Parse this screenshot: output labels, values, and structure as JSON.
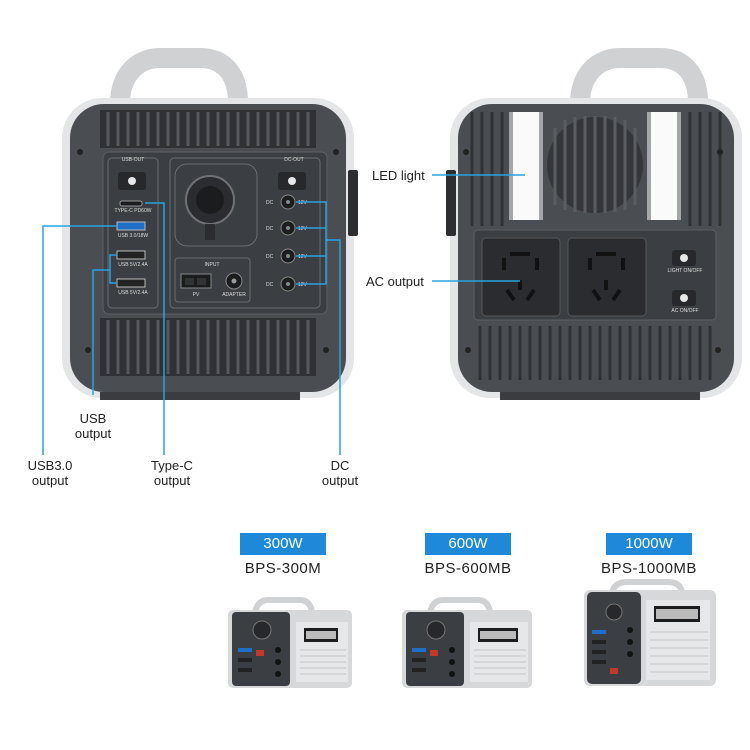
{
  "left_unit": {
    "usb_out_label": "USB-OUT",
    "dc_out_label": "DC-OUT",
    "type_c_label": "TYPE-C PD60W",
    "usb30_label": "USB 3.0/18W",
    "usb5v_a_label": "USB 5V/2.4A",
    "usb5v_b_label": "USB 5V/2.4A",
    "input_label": "INPUT",
    "pv_label": "PV",
    "adapter_label": "ADAPTER",
    "dc_label": "DC",
    "dc_volts": [
      "12V",
      "12V",
      "12V",
      "12V"
    ]
  },
  "right_unit": {
    "light_switch_label": "LIGHT ON/OFF",
    "ac_switch_label": "AC ON/OFF"
  },
  "callouts": {
    "led_light": "LED light",
    "ac_output": "AC output",
    "usb_output_l1": "USB",
    "usb_output_l2": "output",
    "usb30_output_l1": "USB3.0",
    "usb30_output_l2": "output",
    "typec_output_l1": "Type-C",
    "typec_output_l2": "output",
    "dc_output_l1": "DC",
    "dc_output_l2": "output"
  },
  "models": [
    {
      "power": "300W",
      "name": "BPS-300M"
    },
    {
      "power": "600W",
      "name": "BPS-600MB"
    },
    {
      "power": "1000W",
      "name": "BPS-1000MB"
    }
  ],
  "colors": {
    "accent": "#1e88d9",
    "callout_line": "#29a3e0",
    "body": "#4a4d52",
    "frame": "#d9dadc"
  }
}
